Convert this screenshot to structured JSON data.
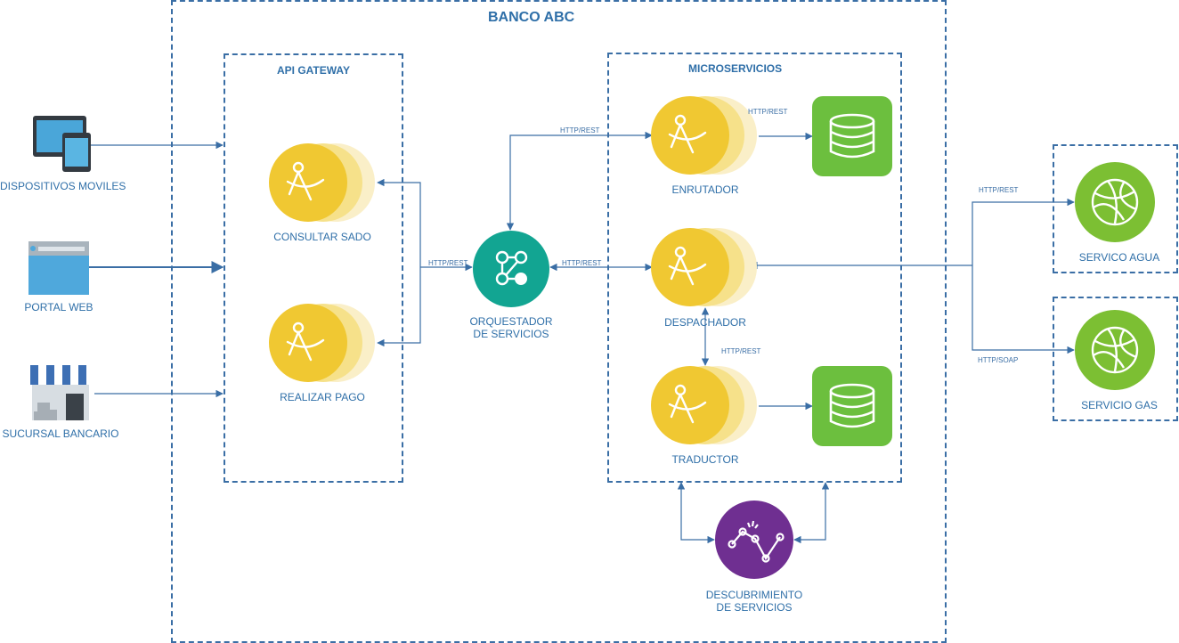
{
  "title": "BANCO ABC",
  "api_gateway": {
    "title": "API GATEWAY",
    "services": [
      "CONSULTAR SADO",
      "REALIZAR PAGO"
    ]
  },
  "microservices": {
    "title": "MICROSERVICIOS",
    "services": [
      "ENRUTADOR",
      "DESPACHADOR",
      "TRADUCTOR"
    ]
  },
  "clients": [
    "DISPOSITIVOS MOVILES",
    "PORTAL WEB",
    "SUCURSAL BANCARIO"
  ],
  "orchestrator": {
    "line1": "ORQUESTADOR",
    "line2": "DE SERVICIOS"
  },
  "discovery": {
    "line1": "DESCUBRIMIENTO",
    "line2": "DE SERVICIOS"
  },
  "external": [
    "SERVICO AGUA",
    "SERVICIO GAS"
  ],
  "protocols": {
    "gateway_orchestrator": "HTTP/REST",
    "orchestrator_enrutador": "HTTP/REST",
    "orchestrator_despachador": "HTTP/REST",
    "enrutador_db": "HTTP/REST",
    "despachador_traductor": "HTTP/REST",
    "agua": "HTTP/REST",
    "gas": "HTTP/SOAP"
  },
  "colors": {
    "frame": "#3a6ea5",
    "label": "#2f6fa8",
    "service_yellow": "#f0c832",
    "orchestrator_teal": "#12a592",
    "database_green": "#6cbf3e",
    "external_green": "#7cbf33",
    "discovery_purple": "#6f2f91"
  },
  "icons": {
    "service": "compass-icon",
    "orchestrator": "share-network-icon",
    "database": "database-icon",
    "external": "globe-icon",
    "discovery": "analytics-icon",
    "mobile": "tablet-phone-icon",
    "web": "browser-window-icon",
    "branch": "storefront-icon"
  }
}
